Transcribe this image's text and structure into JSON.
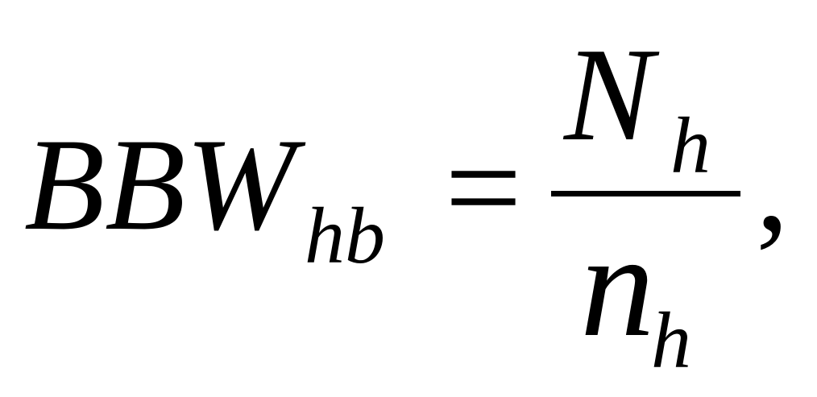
{
  "formula": {
    "lhs": {
      "base": "BBW",
      "subscript": "hb"
    },
    "equals": "=",
    "fraction": {
      "numerator": {
        "base": "N",
        "subscript": "h"
      },
      "denominator": {
        "base": "n",
        "subscript": "h"
      }
    },
    "trailing": ","
  }
}
